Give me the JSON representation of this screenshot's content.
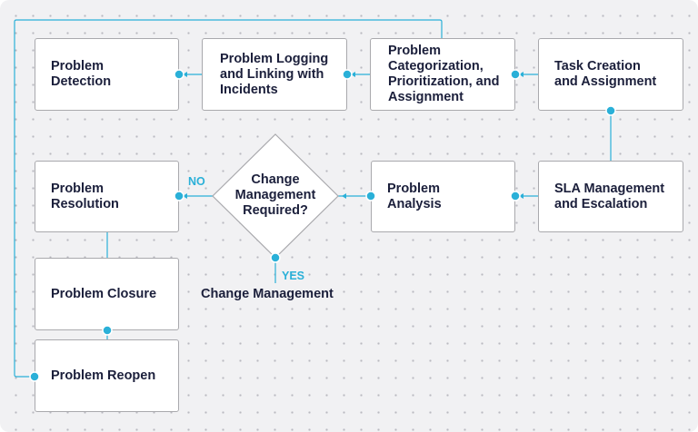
{
  "nodes": {
    "problem_detection": "Problem\nDetection",
    "problem_logging": "Problem Logging\nand Linking with\nIncidents",
    "problem_categorization": "Problem\nCategorization,\nPrioritization, and\nAssignment",
    "task_creation": "Task Creation\nand Assignment",
    "problem_resolution": "Problem\nResolution",
    "problem_analysis": "Problem\nAnalysis",
    "sla_management": "SLA Management\nand Escalation",
    "problem_closure": "Problem Closure",
    "problem_reopen": "Problem Reopen"
  },
  "decision": {
    "text": "Change\nManagement\nRequired?",
    "no_label": "NO",
    "yes_label": "YES",
    "yes_target": "Change Management"
  },
  "colors": {
    "connector": "#2ab0d8",
    "node_border": "#a9a9ad",
    "text": "#1b1f3b"
  }
}
